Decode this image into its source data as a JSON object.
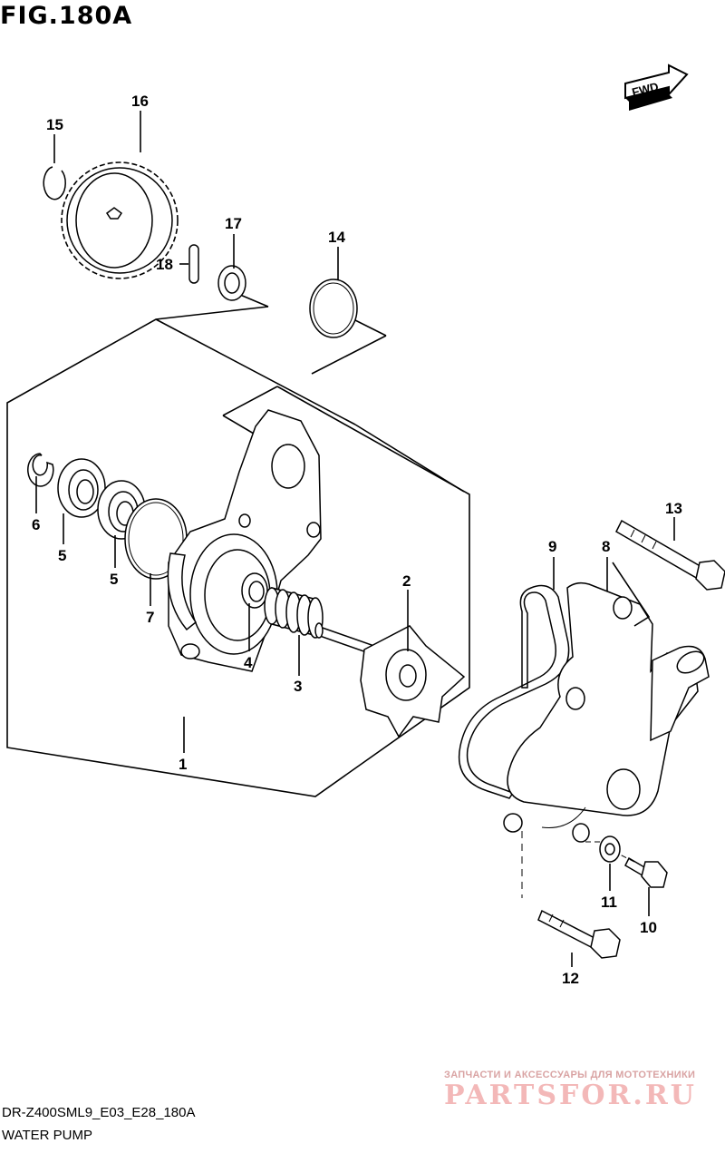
{
  "figure": {
    "title": "FIG.180A",
    "code": "DR-Z400SML9_E03_E28_180A",
    "subtitle": "WATER PUMP"
  },
  "fwd_badge": "FWD",
  "callouts": [
    {
      "id": "1",
      "label": "1"
    },
    {
      "id": "2",
      "label": "2"
    },
    {
      "id": "3",
      "label": "3"
    },
    {
      "id": "4",
      "label": "4"
    },
    {
      "id": "5a",
      "label": "5"
    },
    {
      "id": "5b",
      "label": "5"
    },
    {
      "id": "6",
      "label": "6"
    },
    {
      "id": "7",
      "label": "7"
    },
    {
      "id": "8",
      "label": "8"
    },
    {
      "id": "9",
      "label": "9"
    },
    {
      "id": "10",
      "label": "10"
    },
    {
      "id": "11",
      "label": "11"
    },
    {
      "id": "12",
      "label": "12"
    },
    {
      "id": "13",
      "label": "13"
    },
    {
      "id": "14",
      "label": "14"
    },
    {
      "id": "15",
      "label": "15"
    },
    {
      "id": "16",
      "label": "16"
    },
    {
      "id": "17",
      "label": "17"
    },
    {
      "id": "18",
      "label": "18"
    }
  ],
  "watermark": {
    "tagline": "ЗАПЧАСТИ И АКСЕССУАРЫ ДЛЯ МОТОТЕХНИКИ",
    "logo": "PARTSFOR.RU"
  }
}
